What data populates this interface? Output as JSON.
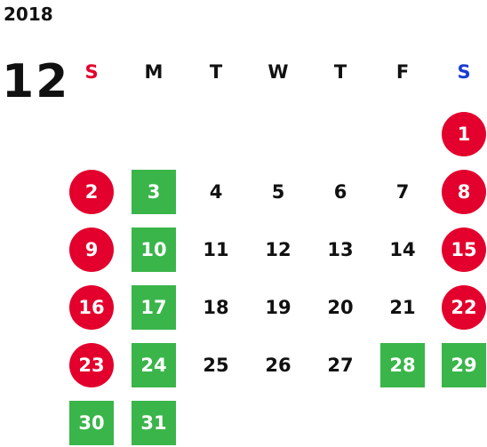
{
  "calendar": {
    "year": "2018",
    "month": "12",
    "weekdays": [
      {
        "label": "S",
        "color": "#e3002c"
      },
      {
        "label": "M",
        "color": "#111111"
      },
      {
        "label": "T",
        "color": "#111111"
      },
      {
        "label": "W",
        "color": "#111111"
      },
      {
        "label": "T",
        "color": "#111111"
      },
      {
        "label": "F",
        "color": "#111111"
      },
      {
        "label": "S",
        "color": "#1a3cd6"
      }
    ],
    "first_weekday_index": 6,
    "days_in_month": 31,
    "holiday_days": [
      1,
      2,
      8,
      9,
      15,
      16,
      22,
      23
    ],
    "closed_days": [
      3,
      10,
      17,
      24,
      28,
      29,
      30,
      31
    ],
    "colors": {
      "holiday_red": "#e3002c",
      "closed_green": "#3ab54a",
      "text": "#111111"
    }
  }
}
